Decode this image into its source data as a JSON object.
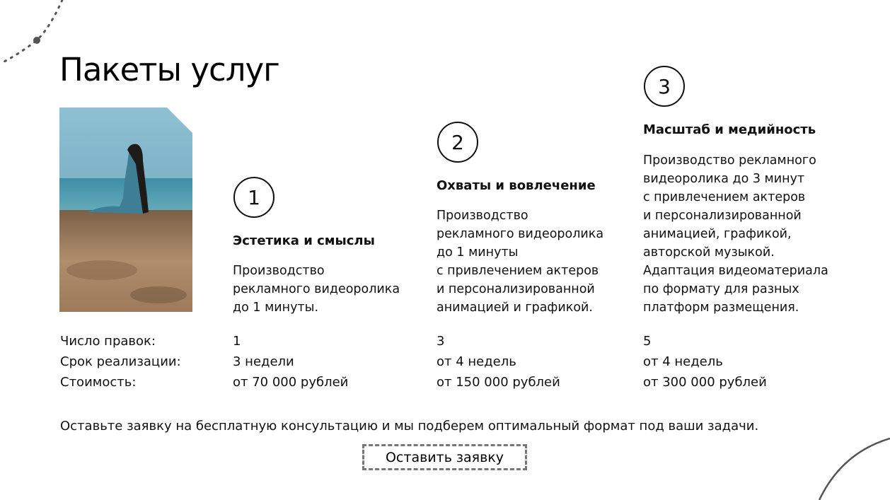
{
  "title": "Пакеты услуг",
  "packages": [
    {
      "number": "1",
      "heading": "Эстетика и смыслы",
      "description": "Производство\nрекламного видеоролика\nдо 1 минуты.",
      "revisions": "1",
      "duration": "3 недели",
      "price": "от 70 000 рублей"
    },
    {
      "number": "2",
      "heading": "Охваты и вовлечение",
      "description": "Производство\nрекламного видеоролика\nдо 1 минуты\nс привлечением актеров\nи персонализированной\nанимацией и графикой.",
      "revisions": "3",
      "duration": "от 4 недель",
      "price": "от 150 000 рублей"
    },
    {
      "number": "3",
      "heading": "Масштаб и медийность",
      "description": "Производство рекламного\nвидеоролика до 3 минут\nс привлечением актеров\nи персонализированной\nанимацией, графикой,\nавторской музыкой.\nАдаптация видеоматериала\nпо формату для разных\nплатформ размещения.",
      "revisions": "5",
      "duration": "от 4 недель",
      "price": "от 300 000 рублей"
    }
  ],
  "labels": {
    "revisions": "Число правок:",
    "duration": "Срок реализации:",
    "price": "Стоимость:"
  },
  "footer_text": "Оставьте заявку на бесплатную консультацию и мы подберем оптимальный формат под ваши задачи.",
  "cta_label": "Оставить заявку"
}
